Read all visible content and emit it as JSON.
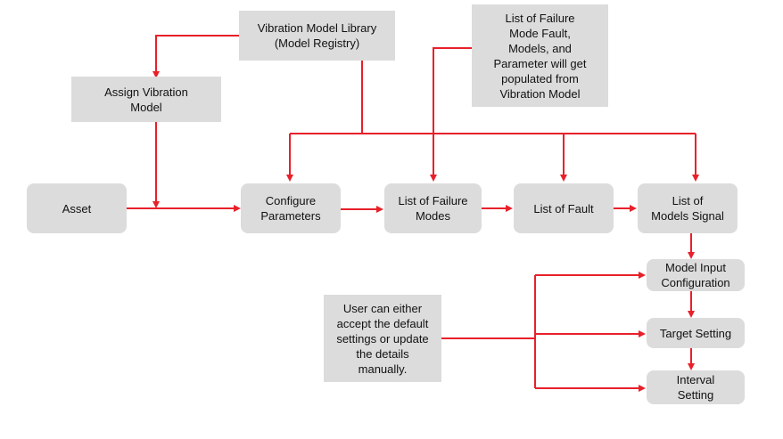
{
  "diagram": {
    "nodes": {
      "library": "Vibration Model Library\n(Model Registry)",
      "failure_note": "List of Failure\nMode Fault,\nModels, and\nParameter will get\npopulated from\nVibration Model",
      "assign_model": "Assign Vibration\nModel",
      "asset": "Asset",
      "configure": "Configure\nParameters",
      "failure_modes": "List of Failure\nModes",
      "fault": "List of Fault",
      "models_signal": "List of\nModels Signal",
      "model_input": "Model Input\nConfiguration",
      "target": "Target Setting",
      "interval": "Interval\nSetting",
      "user_note": "User can either\naccept the default\nsettings or update\nthe details\nmanually."
    },
    "colors": {
      "box_fill": "#dcdcdc",
      "arrow": "#e8202a",
      "text": "#111111"
    }
  }
}
